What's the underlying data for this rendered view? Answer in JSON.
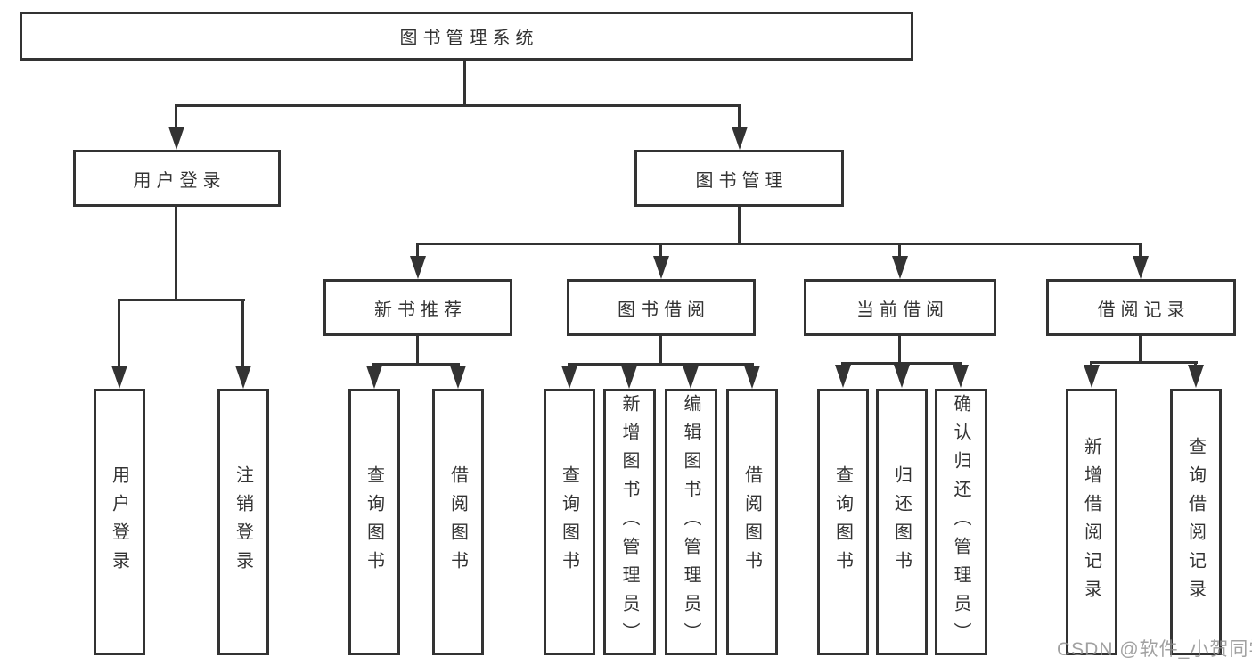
{
  "diagram_title": "图书管理系统",
  "nodes": {
    "root": {
      "label": "图书管理系统"
    },
    "user_login": {
      "label": "用户登录"
    },
    "book_mgmt": {
      "label": "图书管理"
    },
    "new_book_rec": {
      "label": "新书推荐"
    },
    "book_borrow": {
      "label": "图书借阅"
    },
    "current_borrow": {
      "label": "当前借阅"
    },
    "borrow_records": {
      "label": "借阅记录"
    },
    "leaf_user_login": {
      "label": "用户登录"
    },
    "leaf_logout": {
      "label": "注销登录"
    },
    "leaf_query_book_rec": {
      "label": "查询图书"
    },
    "leaf_borrow_book_rec": {
      "label": "借阅图书"
    },
    "leaf_query_book_borrow": {
      "label": "查询图书"
    },
    "leaf_add_book": {
      "label": "新增图书（管理员）"
    },
    "leaf_edit_book": {
      "label": "编辑图书（管理员）"
    },
    "leaf_borrow_book_borrow": {
      "label": "借阅图书"
    },
    "leaf_query_book_current": {
      "label": "查询图书"
    },
    "leaf_return_book": {
      "label": "归还图书"
    },
    "leaf_confirm_return": {
      "label": "确认归还（管理员）"
    },
    "leaf_add_borrow_record": {
      "label": "新增借阅记录"
    },
    "leaf_query_borrow_record": {
      "label": "查询借阅记录"
    }
  },
  "hierarchy": {
    "图书管理系统": {
      "用户登录": [
        "用户登录",
        "注销登录"
      ],
      "图书管理": {
        "新书推荐": [
          "查询图书",
          "借阅图书"
        ],
        "图书借阅": [
          "查询图书",
          "新增图书（管理员）",
          "编辑图书（管理员）",
          "借阅图书"
        ],
        "当前借阅": [
          "查询图书",
          "归还图书",
          "确认归还（管理员）"
        ],
        "借阅记录": [
          "新增借阅记录",
          "查询借阅记录"
        ]
      }
    }
  },
  "watermark": "CSDN @软件_小贺同学",
  "colors": {
    "line": "#333333",
    "text": "#333333",
    "background": "#ffffff",
    "watermark": "#919191"
  }
}
